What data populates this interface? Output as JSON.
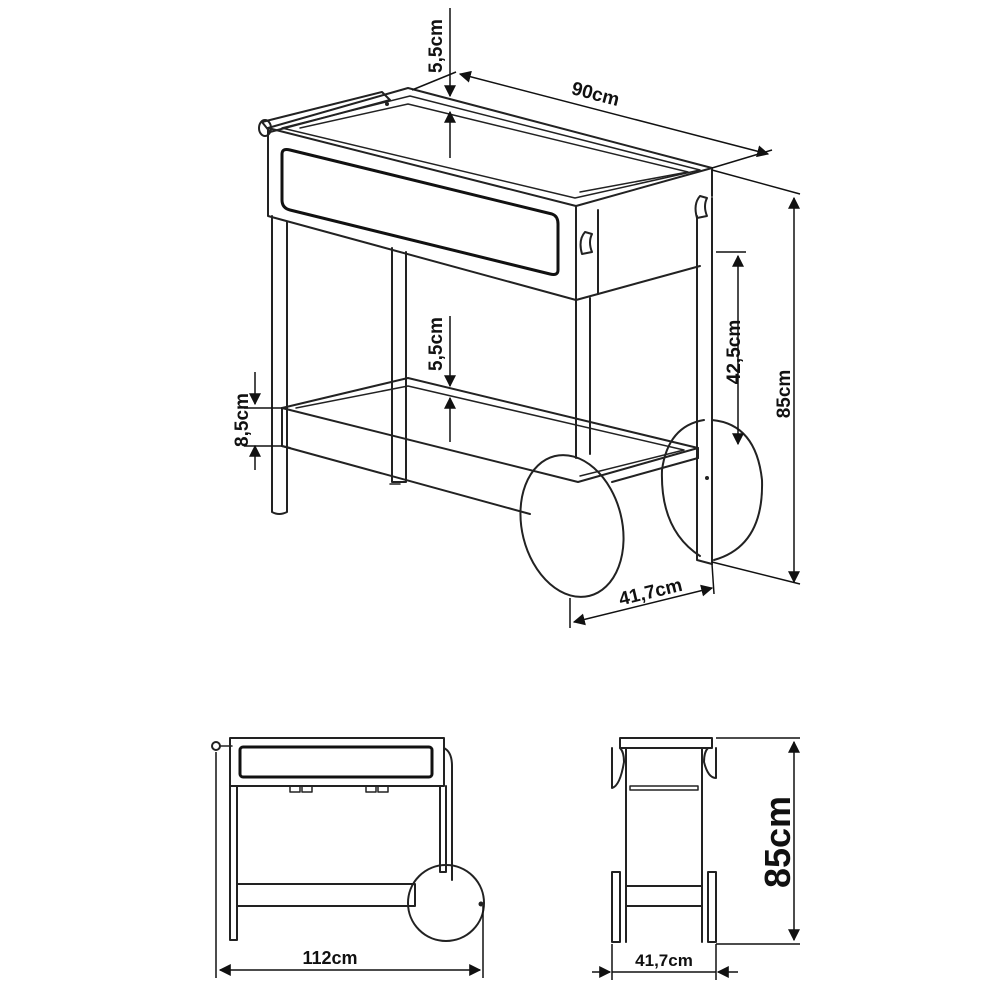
{
  "dimensions": {
    "iso_top_width": "90cm",
    "iso_top_tray_depth": "5,5cm",
    "iso_bottom_tray_depth": "5,5cm",
    "iso_leg_clearance": "8,5cm",
    "iso_shelf_gap": "42,5cm",
    "iso_height": "85cm",
    "iso_depth": "41,7cm",
    "front_width": "112cm",
    "side_depth": "41,7cm",
    "side_height": "85cm"
  }
}
